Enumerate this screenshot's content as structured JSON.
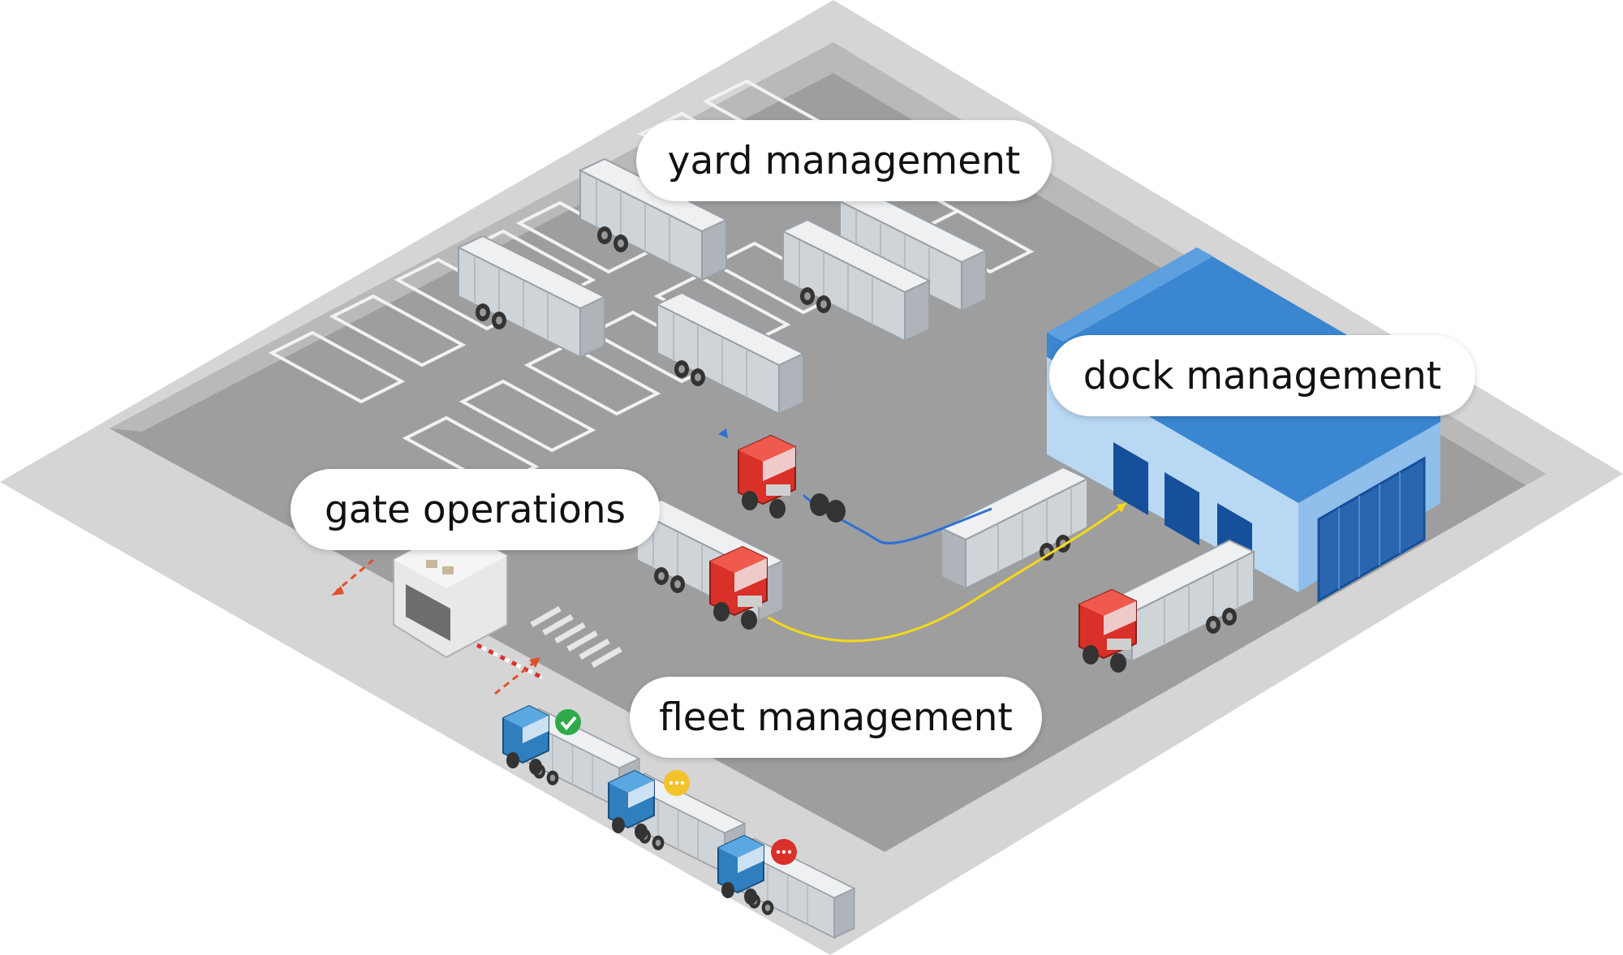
{
  "labels": {
    "yard": "yard management",
    "dock": "dock management",
    "gate": "gate operations",
    "fleet": "fleet management"
  },
  "colors": {
    "ground": "#9e9e9e",
    "border": "#d5d5d5",
    "lane": "#f2f2f2",
    "roof": "#3a86d0",
    "wall": "#b9d8f4",
    "door": "#164f9a",
    "cab_red": "#d9302a",
    "cab_blue": "#2f7fbf",
    "trailer": "#d9dde0",
    "route_blue": "#2e6fd6",
    "route_yellow": "#f4d81a",
    "gate_arrow": "#e0502a",
    "status_ok": "#2eaa4a",
    "status_wait": "#f4c22b",
    "status_alert": "#d9302a"
  },
  "icons": [
    "check-icon",
    "ellipsis-icon",
    "ellipsis-icon"
  ]
}
